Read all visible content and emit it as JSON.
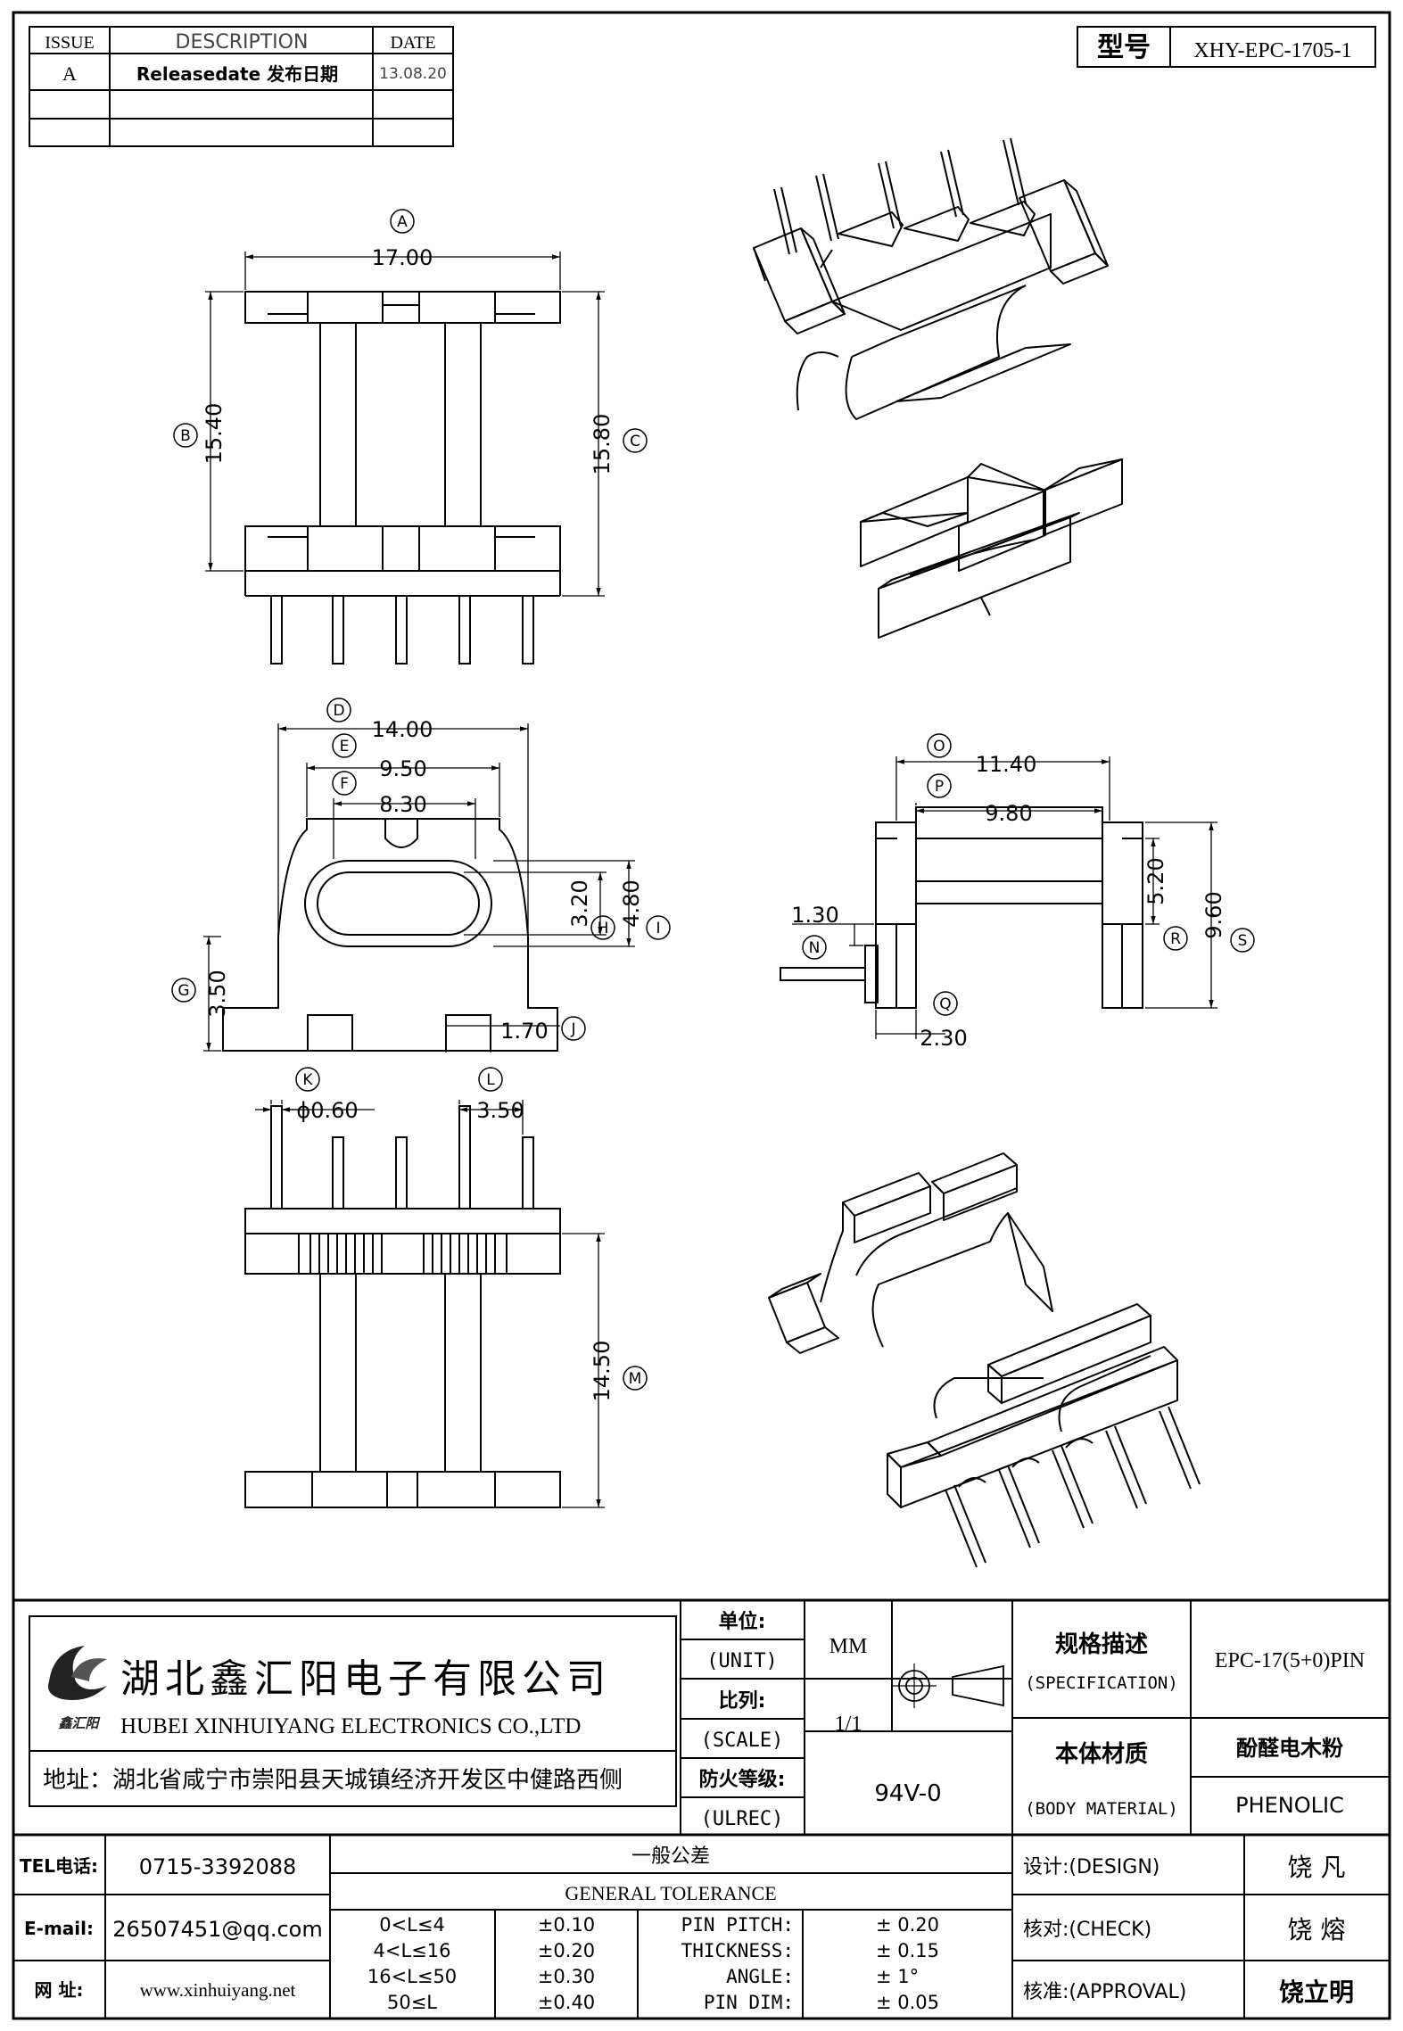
{
  "revision_table": {
    "headers": [
      "ISSUE",
      "DESCRIPTION",
      "DATE"
    ],
    "rows": [
      {
        "issue": "A",
        "description": "Releasedate 发布日期",
        "date": "13.08.20"
      }
    ]
  },
  "model": {
    "label": "型号",
    "value": "XHY-EPC-1705-1"
  },
  "dimensions": {
    "A": "17.00",
    "B": "15.40",
    "C": "15.80",
    "D": "14.00",
    "E": "9.50",
    "F": "8.30",
    "G": "3.50",
    "H": "3.20",
    "I": "4.80",
    "J": "1.70",
    "K": "ϕ0.60",
    "L": "3.50",
    "M": "14.50",
    "N": "1.30",
    "O": "11.40",
    "P": "9.80",
    "Q": "2.30",
    "R": "5.20",
    "S": "9.60"
  },
  "company": {
    "name_cn": "湖北鑫汇阳电子有限公司",
    "name_en": "HUBEI XINHUIYANG ELECTRONICS CO.,LTD",
    "address": "地址：湖北省咸宁市崇阳县天城镇经济开发区中健路西侧",
    "logo_text": "鑫汇阳"
  },
  "title_block": {
    "unit_label": "单位:",
    "unit_label_en": "(UNIT)",
    "unit_value": "MM",
    "scale_label": "比列:",
    "scale_label_en": "(SCALE)",
    "scale_value": "1/1",
    "ul_label": "防火等级:",
    "ul_label_en": "(ULREC)",
    "ul_value": "94V-0",
    "spec_label": "规格描述",
    "spec_label_en": "(SPECIFICATION)",
    "spec_value": "EPC-17(5+0)PIN",
    "material_label": "本体材质",
    "material_label_en": "(BODY MATERIAL)",
    "material_value_cn": "酚醛电木粉",
    "material_value_en": "PHENOLIC"
  },
  "contact": {
    "tel_label": "TEL电话:",
    "tel_value": "0715-3392088",
    "email_label": "E-mail:",
    "email_value": "26507451@qq.com",
    "web_label": "网   址:",
    "web_value": "www.xinhuiyang.net"
  },
  "tolerance": {
    "title_cn": "一般公差",
    "title_en": "GENERAL TOLERANCE",
    "ranges": [
      {
        "range": "0<L≤4",
        "tol": "±0.10"
      },
      {
        "range": "4<L≤16",
        "tol": "±0.20"
      },
      {
        "range": "16<L≤50",
        "tol": "±0.30"
      },
      {
        "range": "50≤L",
        "tol": "±0.40"
      }
    ],
    "specs": [
      {
        "label": "PIN PITCH:",
        "value": "±  0.20"
      },
      {
        "label": "THICKNESS:",
        "value": "±  0.15"
      },
      {
        "label": "ANGLE:",
        "value": "±  1°"
      },
      {
        "label": "PIN DIM:",
        "value": "±  0.05"
      }
    ]
  },
  "approval": {
    "design_label": "设计:(DESIGN)",
    "design_name": "饶   凡",
    "check_label": "核对:(CHECK)",
    "check_name": "饶   熔",
    "approve_label": "核准:(APPROVAL)",
    "approve_name": "饶立明"
  }
}
